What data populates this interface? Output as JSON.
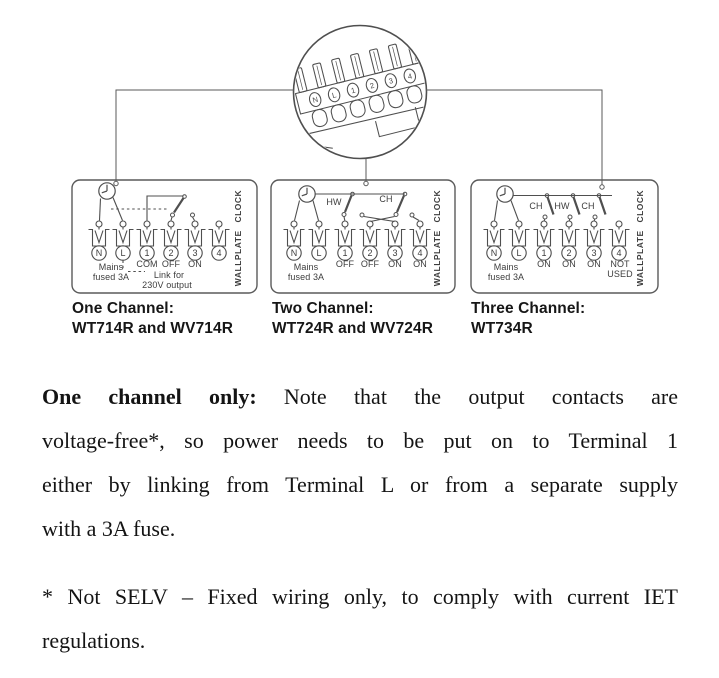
{
  "magnifier": {
    "terminals": [
      "N",
      "L",
      "1",
      "2",
      "3",
      "4"
    ]
  },
  "diagrams": [
    {
      "caption": [
        "One Channel:",
        "WT714R and WV714R"
      ],
      "terminals": [
        "N",
        "L",
        "1",
        "2",
        "3",
        "4"
      ],
      "labels": {
        "mains": [
          "Mains",
          "fused 3A"
        ],
        "t1": "COM",
        "t2": "OFF",
        "t3": "ON",
        "link": [
          "Link for",
          "230V output"
        ],
        "side": "WALLPLATE CLOCK"
      }
    },
    {
      "caption": [
        "Two Channel:",
        "WT724R and WV724R"
      ],
      "terminals": [
        "N",
        "L",
        "1",
        "2",
        "3",
        "4"
      ],
      "labels": {
        "mains": [
          "Mains",
          "fused 3A"
        ],
        "sw1": "HW",
        "sw2": "CH",
        "t1": "OFF",
        "t2": "OFF",
        "t3": "ON",
        "t4": "ON",
        "side": "WALLPLATE CLOCK"
      }
    },
    {
      "caption": [
        "Three Channel:",
        "WT734R"
      ],
      "terminals": [
        "N",
        "L",
        "1",
        "2",
        "3",
        "4"
      ],
      "labels": {
        "mains": [
          "Mains",
          "fused 3A"
        ],
        "sw1": "CH",
        "sw2": "HW",
        "sw3": "CH",
        "t1": "ON",
        "t2": "ON",
        "t3": "ON",
        "t4": [
          "NOT",
          "USED"
        ],
        "side": "WALLPLATE CLOCK"
      }
    }
  ],
  "body": {
    "p1": [
      {
        "lead": "One channel only:",
        "text": "Note that the output contacts are"
      },
      {
        "text": "voltage-free*, so power needs to be put on to Terminal 1"
      },
      {
        "text": "either by linking from Terminal L or from a separate supply"
      },
      {
        "text": "with a 3A fuse."
      }
    ],
    "p2": [
      {
        "text": "* Not SELV – Fixed wiring only, to comply with current IET"
      },
      {
        "text": "regulations."
      }
    ]
  }
}
